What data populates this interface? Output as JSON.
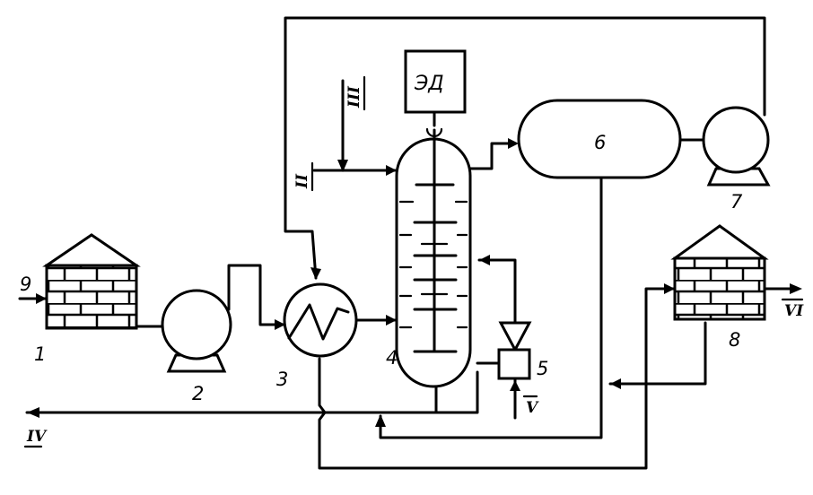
{
  "equipment": {
    "n1": "1",
    "n2": "2",
    "n3": "3",
    "n4": "4",
    "n5": "5",
    "n6": "6",
    "n7": "7",
    "n8": "8",
    "n9": "9",
    "motor": "ЭД"
  },
  "streams": {
    "s2": "II",
    "s3": "III",
    "s4": "IV",
    "s5": "V",
    "s6": "VI"
  }
}
